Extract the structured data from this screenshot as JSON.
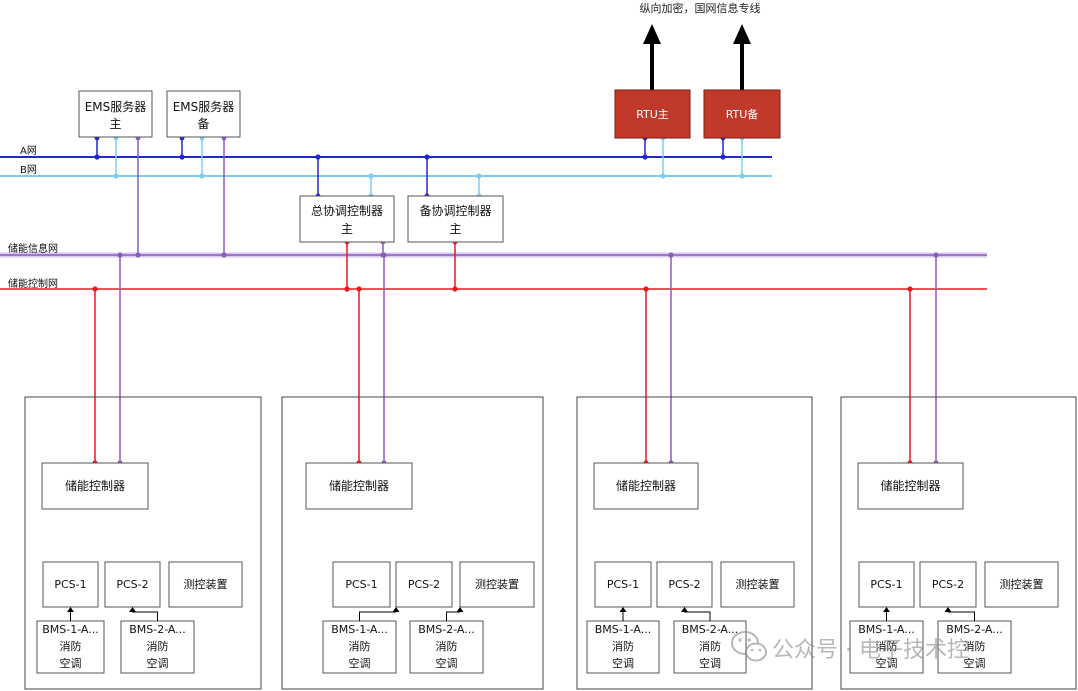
{
  "header": {
    "uplink_label": "纵向加密，国网信息专线"
  },
  "networks": {
    "a_net": "A网",
    "b_net": "B网",
    "info_net": "储能信息网",
    "control_net": "储能控制网"
  },
  "top_nodes": {
    "ems_primary": [
      "EMS服务器",
      "主"
    ],
    "ems_backup": [
      "EMS服务器",
      "备"
    ],
    "rtu_primary": "RTU主",
    "rtu_backup": "RTU备",
    "coord_primary": [
      "总协调控制器",
      "主"
    ],
    "coord_backup": [
      "备协调控制器",
      "主"
    ]
  },
  "units": [
    {
      "controller": "储能控制器",
      "pcs": [
        "PCS-1",
        "PCS-2"
      ],
      "monitor": "测控装置",
      "bms": [
        [
          "BMS-1-A...",
          "消防",
          "空调"
        ],
        [
          "BMS-2-A...",
          "消防",
          "空调"
        ]
      ]
    },
    {
      "controller": "储能控制器",
      "pcs": [
        "PCS-1",
        "PCS-2"
      ],
      "monitor": "测控装置",
      "bms": [
        [
          "BMS-1-A...",
          "消防",
          "空调"
        ],
        [
          "BMS-2-A...",
          "消防",
          "空调"
        ]
      ]
    },
    {
      "controller": "储能控制器",
      "pcs": [
        "PCS-1",
        "PCS-2"
      ],
      "monitor": "测控装置",
      "bms": [
        [
          "BMS-1-A...",
          "消防",
          "空调"
        ],
        [
          "BMS-2-A...",
          "消防",
          "空调"
        ]
      ]
    },
    {
      "controller": "储能控制器",
      "pcs": [
        "PCS-1",
        "PCS-2"
      ],
      "monitor": "测控装置",
      "bms": [
        [
          "BMS-1-A...",
          "消防",
          "空调"
        ],
        [
          "BMS-2-A...",
          "消防",
          "空调"
        ]
      ]
    }
  ],
  "watermark": "公众号 · 电子技术控",
  "colors": {
    "a_net": "#2424d0",
    "b_net": "#7dcdf0",
    "info_net": "#8a5cc2",
    "info_net_halo": "#d9c9ee",
    "control_net": "#e8191e",
    "rtu_fill": "#c0392b",
    "box_stroke": "#555555",
    "arrow": "#000000"
  }
}
